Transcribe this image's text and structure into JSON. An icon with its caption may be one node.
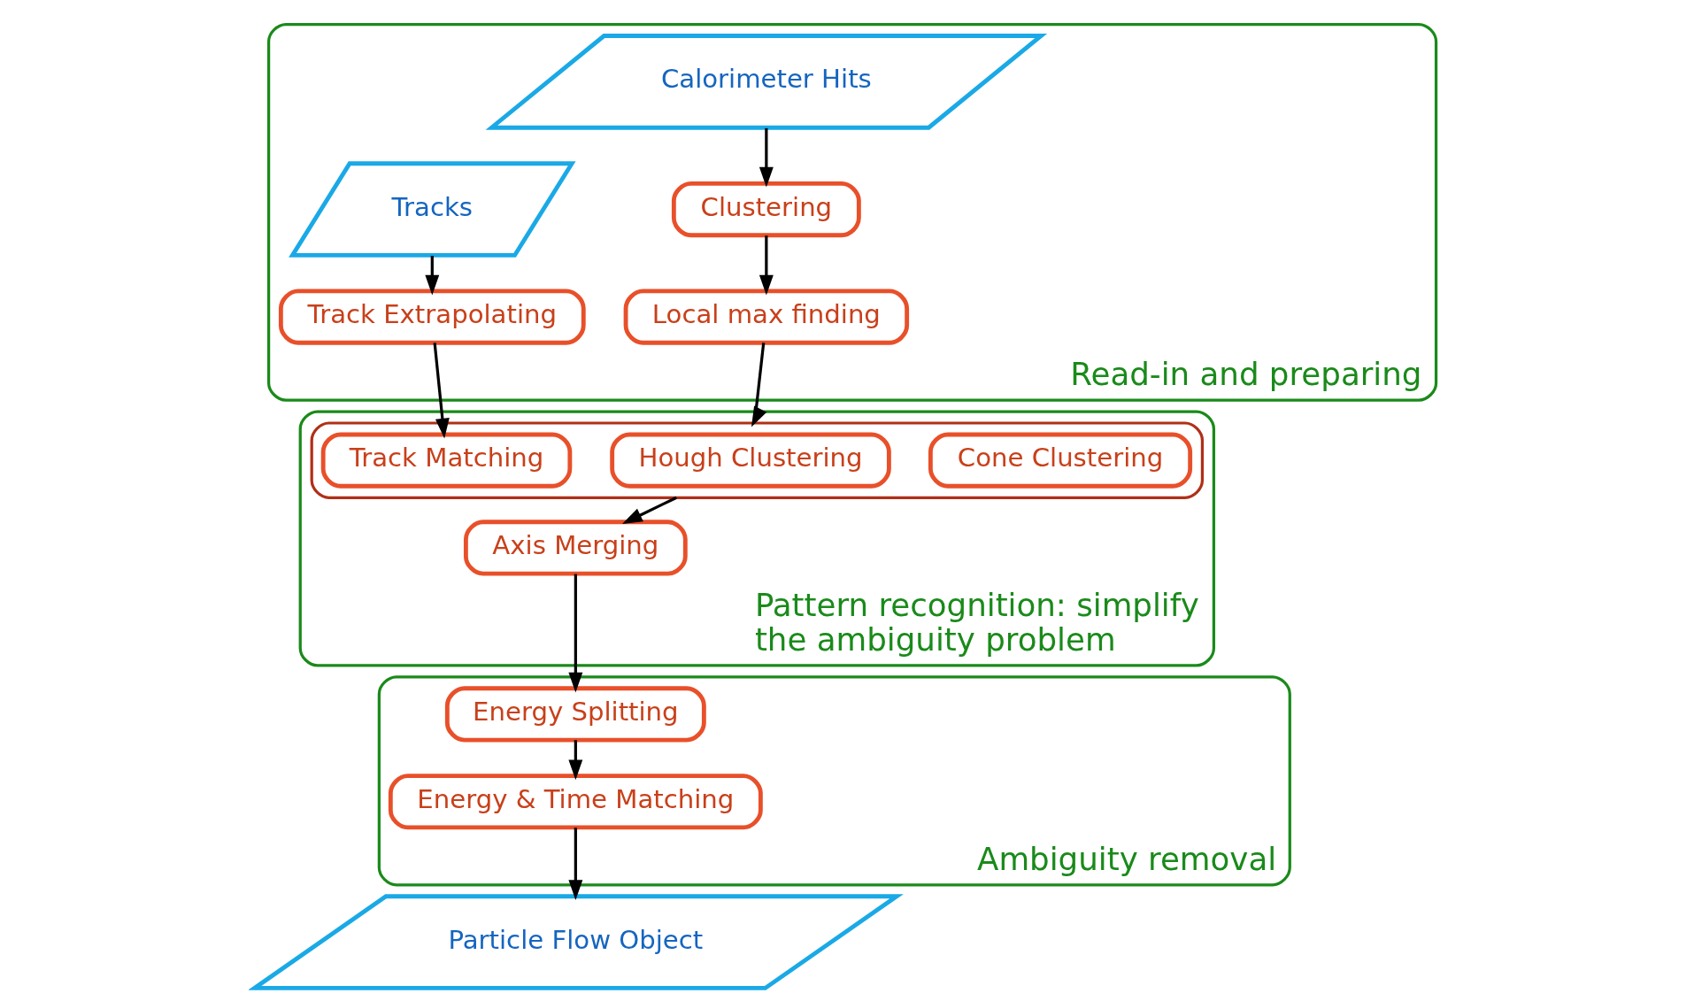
{
  "diagram": {
    "nodes": [
      {
        "text": [
          "Read-in and preparing"
        ]
      },
      {
        "text": [
          "Tracks"
        ],
        "in": 0
      },
      {
        "text": [
          "Calorimeter Hits"
        ],
        "in": 0
      },
      {
        "text": [
          "Track Extrapolating"
        ],
        "in": 0
      },
      {
        "text": [
          "Clustering"
        ],
        "in": 0
      },
      {
        "text": [
          "Local max finding"
        ],
        "in": 0
      },
      {
        "text": [
          "Pattern recognition: simplify the ambiguity problem"
        ]
      },
      {
        "text": [],
        "shape": "box",
        "in": 6
      },
      {
        "text": [
          "Track Matching"
        ],
        "in": 7
      },
      {
        "text": [
          "Hough Clustering"
        ],
        "in": 7
      },
      {
        "text": [
          "Cone Clustering"
        ],
        "in": 7
      },
      {
        "text": [
          "Axis Merging"
        ],
        "in": 6
      },
      {
        "text": [
          "Ambiguity removal"
        ]
      },
      {
        "text": [
          "Energy Splitting"
        ],
        "in": 12
      },
      {
        "text": [
          "Energy & Time Matching"
        ],
        "in": 12
      },
      {
        "text": [
          "Particle Flow Object"
        ]
      }
    ],
    "edges": [
      {
        "from": 1,
        "to": 3,
        "arrow": "to"
      },
      {
        "from": 2,
        "to": 4,
        "arrow": "to"
      },
      {
        "from": 4,
        "to": 5,
        "arrow": "to"
      },
      {
        "from": 3,
        "to": 8,
        "arrow": "to"
      },
      {
        "from": 5,
        "to": 7,
        "arrow": "to"
      },
      {
        "from": 7,
        "to": 11,
        "arrow": "to"
      },
      {
        "from": 11,
        "to": 13,
        "arrow": "to"
      },
      {
        "from": 13,
        "to": 14,
        "arrow": "to"
      },
      {
        "from": 14,
        "to": 15,
        "arrow": "to"
      }
    ]
  }
}
